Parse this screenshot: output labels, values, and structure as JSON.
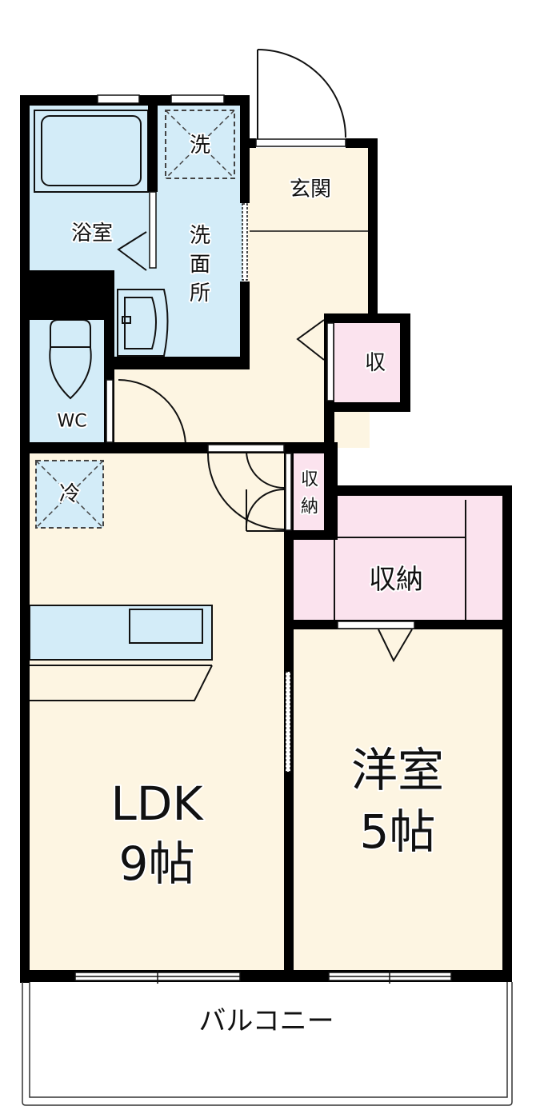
{
  "colors": {
    "wall": "#000000",
    "wet_area": "#d3ecf8",
    "living_floor": "#fdf5e2",
    "storage": "#fbe3ee",
    "background": "#ffffff"
  },
  "rooms": {
    "bathroom": "浴室",
    "washer": "洗",
    "washroom": [
      "洗",
      "面",
      "所"
    ],
    "entrance": "玄関",
    "closet_entrance": "収",
    "toilet": "WC",
    "fridge": "冷",
    "closet_small": [
      "収",
      "納"
    ],
    "closet_bedroom": "収納",
    "ldk": {
      "name": "LDK",
      "size": "9帖"
    },
    "western_room": {
      "name": "洋室",
      "size": "5帖"
    },
    "balcony": "バルコニー"
  }
}
